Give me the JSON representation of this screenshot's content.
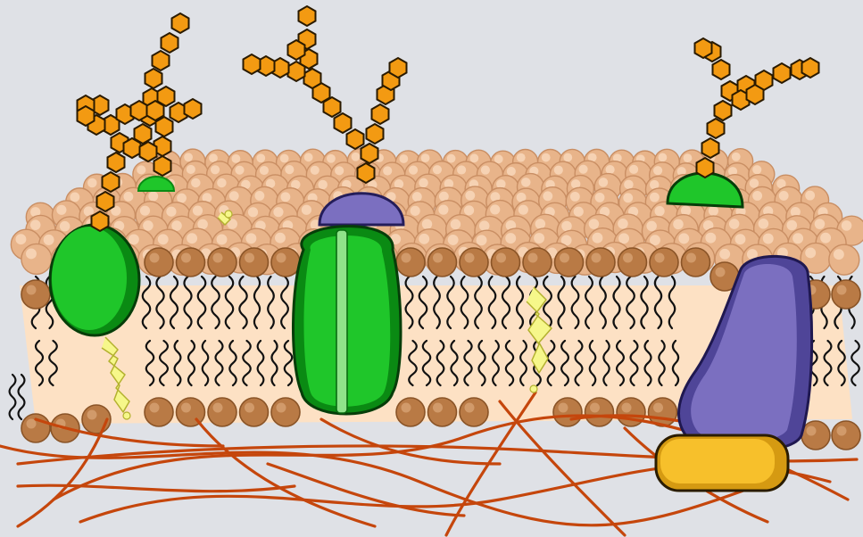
{
  "diagram": {
    "subject": "cell-membrane",
    "colors": {
      "background": "#dfe1e6",
      "outer_head": "#e8b48a",
      "outer_head_shade": "#c98e63",
      "side_head": "#b97a45",
      "side_head_shade": "#8a5427",
      "interior": "#fde1c4",
      "tail": "#111111",
      "green_protein": "#1fc62a",
      "green_protein_dark": "#0a8a13",
      "channel_stripe": "#8fe38a",
      "purple_protein": "#7b6fc0",
      "purple_protein_dark": "#4f4598",
      "yellow_protein": "#f7c02b",
      "sugar": "#f39a12",
      "cholesterol": "#f6f78a",
      "fiber": "#c5460c"
    },
    "components": [
      {
        "id": "glycoprotein",
        "icon": "green-ellipse-protein"
      },
      {
        "id": "channel-protein",
        "icon": "green-channel"
      },
      {
        "id": "peripheral-protein",
        "icon": "purple-dome"
      },
      {
        "id": "integral-protein",
        "icon": "purple-blob"
      },
      {
        "id": "cytoskeleton-anchor",
        "icon": "yellow-pill"
      },
      {
        "id": "cholesterol",
        "icon": "yellow-zigzag"
      },
      {
        "id": "carbohydrate-chains",
        "icon": "orange-hexagons"
      },
      {
        "id": "cytoskeleton",
        "icon": "orange-fibers"
      }
    ]
  }
}
